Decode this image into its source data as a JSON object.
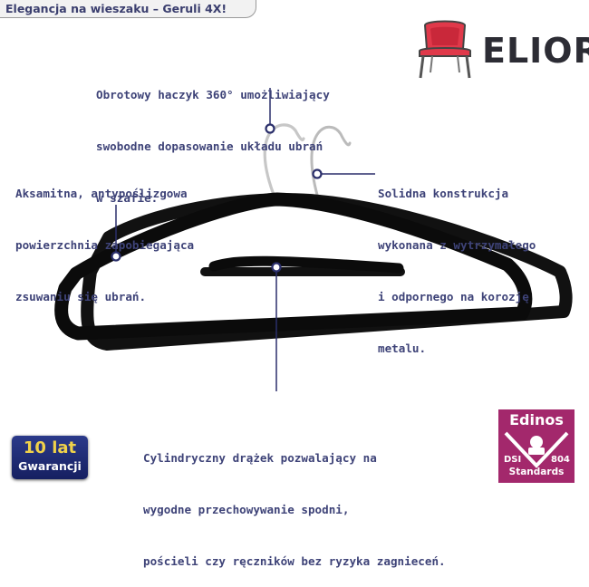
{
  "header": {
    "title": "Elegancja na wieszaku – Geruli 4X!"
  },
  "callouts": {
    "hook": [
      "Obrotowy haczyk 360° umożliwiający",
      "swobodne dopasowanie układu ubrań",
      "w szafie."
    ],
    "surface": [
      "Aksamitna, antypoślizgowa",
      "powierzchnia zapobiegająca",
      "zsuwaniu się ubrań."
    ],
    "construction": [
      "Solidna konstrukcja",
      "wykonana z wytrzymałego",
      "i odpornego na korozję",
      "metalu."
    ],
    "bar": [
      "Cylindryczny drążek pozwalający na",
      "wygodne przechowywanie spodni,",
      "pościeli czy ręczników bez ryzyka zagnieceń."
    ]
  },
  "brand": {
    "name": "ELIOR",
    "icon": "chair-icon"
  },
  "badges": {
    "guarantee": {
      "line1": "10 lat",
      "line2": "Gwarancji"
    },
    "edinos": {
      "top": "Edinos",
      "dsi": "DSI",
      "code": "804",
      "bottom": "Standards"
    }
  },
  "colors": {
    "text": "#3e4378",
    "marker": "#2b2f6b",
    "edinos": "#a3286c",
    "chair_seat": "#e0394a"
  }
}
